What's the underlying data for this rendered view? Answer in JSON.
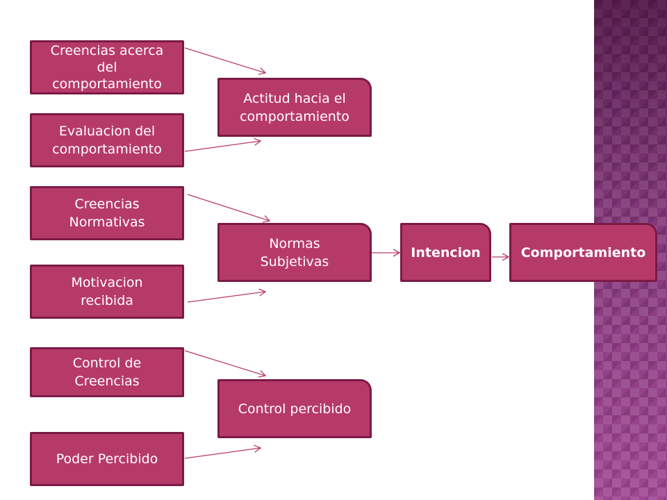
{
  "diagram": {
    "sources": [
      {
        "id": "creencias-comportamiento",
        "label": "Creencias acerca\ndel\ncomportamiento"
      },
      {
        "id": "evaluacion-comportamiento",
        "label": "Evaluacion del\ncomportamiento"
      },
      {
        "id": "creencias-normativas",
        "label": "Creencias\nNormativas"
      },
      {
        "id": "motivacion-recibida",
        "label": "Motivacion\nrecibida"
      },
      {
        "id": "control-creencias",
        "label": "Control de\nCreencias"
      },
      {
        "id": "poder-percibido",
        "label": "Poder Percibido"
      }
    ],
    "constructs": [
      {
        "id": "actitud",
        "label": "Actitud hacia el\ncomportamiento"
      },
      {
        "id": "normas",
        "label": "Normas\nSubjetivas"
      },
      {
        "id": "control",
        "label": "Control percibido"
      }
    ],
    "intention": {
      "label": "Intencion"
    },
    "behavior": {
      "label": "Comportamiento"
    }
  },
  "colors": {
    "box_fill": "#b63a68",
    "box_border": "#7a1a45",
    "text": "#ffffff",
    "arrow": "#b63a68",
    "side_panel": "#8e3f86"
  }
}
